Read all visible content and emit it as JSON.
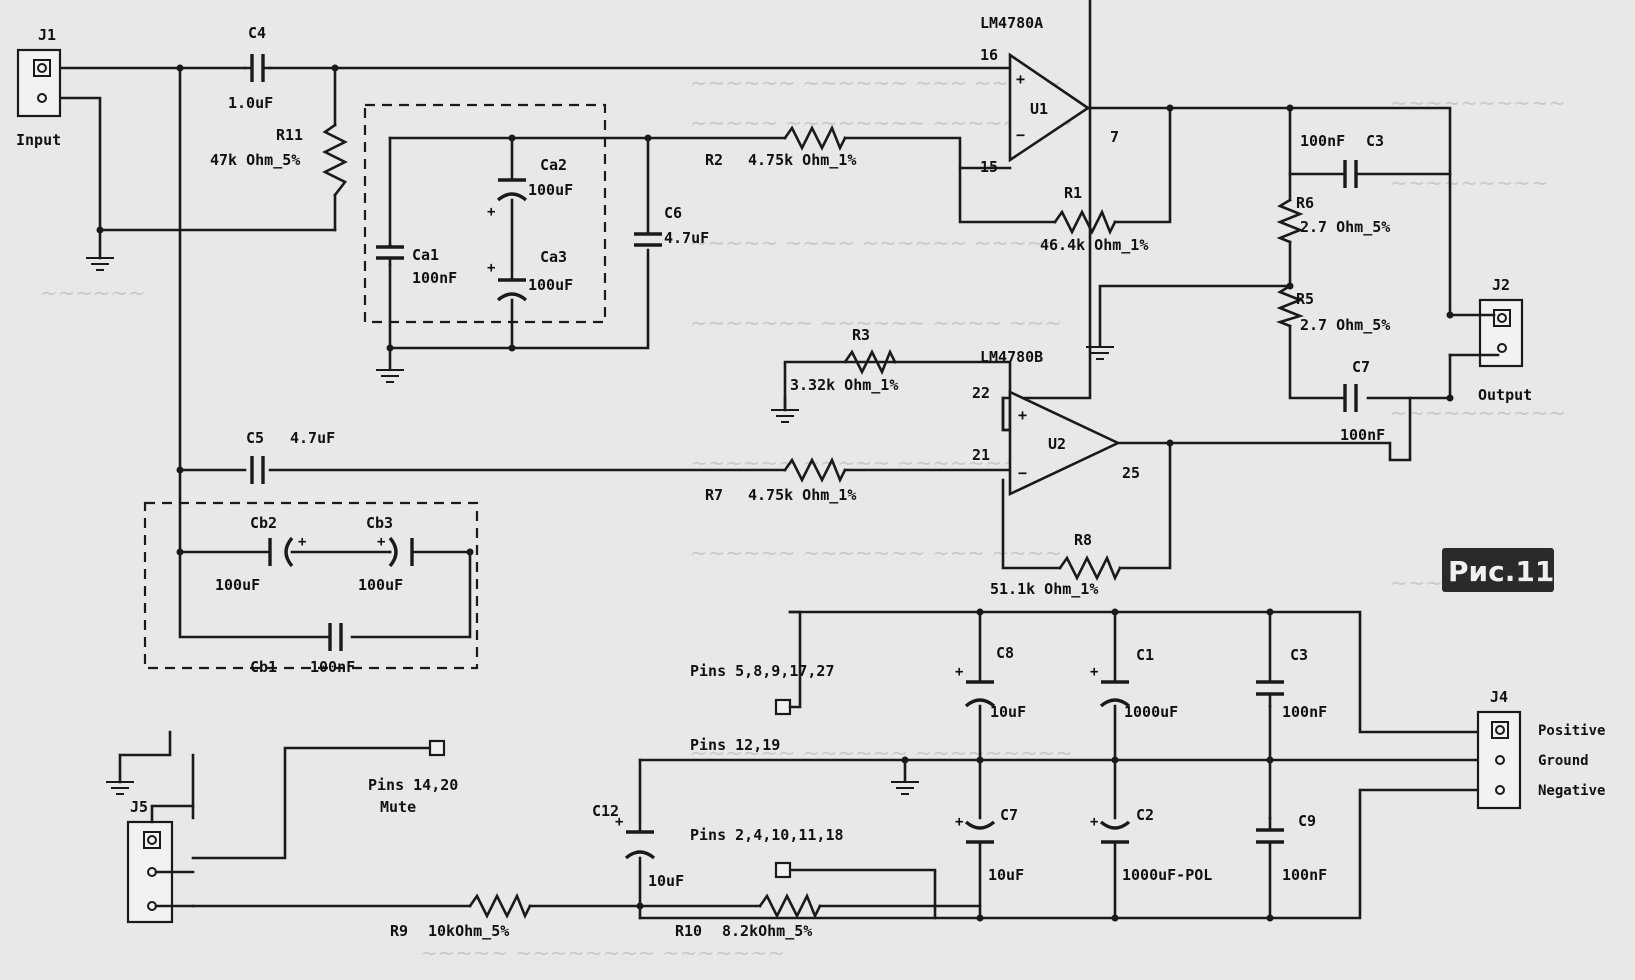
{
  "figure_caption": "Рис.11",
  "connectors": {
    "j1": {
      "ref": "J1",
      "label": "Input"
    },
    "j2": {
      "ref": "J2",
      "label": "Output"
    },
    "j4": {
      "ref": "J4",
      "pins": [
        "Positive",
        "Ground",
        "Negative"
      ]
    },
    "j5": {
      "ref": "J5"
    }
  },
  "ics": {
    "u1": {
      "ref": "U1",
      "part": "LM4780A",
      "pins": {
        "plus": "16",
        "minus": "15",
        "out": "7"
      }
    },
    "u2": {
      "ref": "U2",
      "part": "LM4780B",
      "pins": {
        "plus": "22",
        "minus": "21",
        "out": "25"
      }
    }
  },
  "resistors": {
    "r1": {
      "ref": "R1",
      "value": "46.4k Ohm_1%"
    },
    "r2": {
      "ref": "R2",
      "value": "4.75k Ohm_1%"
    },
    "r3": {
      "ref": "R3",
      "value": "3.32k Ohm_1%"
    },
    "r5": {
      "ref": "R5",
      "value": "2.7 Ohm_5%"
    },
    "r6": {
      "ref": "R6",
      "value": "2.7 Ohm_5%"
    },
    "r7": {
      "ref": "R7",
      "value": "4.75k Ohm_1%"
    },
    "r8": {
      "ref": "R8",
      "value": "51.1k Ohm_1%"
    },
    "r9": {
      "ref": "R9",
      "value": "10kOhm_5%"
    },
    "r10": {
      "ref": "R10",
      "value": "8.2kOhm_5%"
    },
    "r11": {
      "ref": "R11",
      "value": "47k Ohm_5%"
    }
  },
  "capacitors": {
    "c1": {
      "ref": "C1",
      "value": "1000uF"
    },
    "c2": {
      "ref": "C2",
      "value": "1000uF-POL"
    },
    "c3": {
      "ref": "C3",
      "value": "100nF"
    },
    "c3b": {
      "ref": "C3",
      "value": "100nF"
    },
    "c4": {
      "ref": "C4",
      "value": "1.0uF"
    },
    "c5": {
      "ref": "C5",
      "value": "4.7uF"
    },
    "c6": {
      "ref": "C6",
      "value": "4.7uF"
    },
    "c7": {
      "ref": "C7",
      "value": "100nF"
    },
    "c7b": {
      "ref": "C7",
      "value": "10uF"
    },
    "c8": {
      "ref": "C8",
      "value": "10uF"
    },
    "c9": {
      "ref": "C9",
      "value": "100nF"
    },
    "c12": {
      "ref": "C12",
      "value": "10uF"
    },
    "ca1": {
      "ref": "Ca1",
      "value": "100nF"
    },
    "ca2": {
      "ref": "Ca2",
      "value": "100uF"
    },
    "ca3": {
      "ref": "Ca3",
      "value": "100uF"
    },
    "cb1": {
      "ref": "Cb1",
      "value": "100nF"
    },
    "cb2": {
      "ref": "Cb2",
      "value": "100uF"
    },
    "cb3": {
      "ref": "Cb3",
      "value": "100uF"
    }
  },
  "pin_groups": {
    "supply_pins": "Pins 5,8,9,17,27",
    "ground_pins": "Pins 12,19",
    "mute_pins": "Pins 14,20",
    "mute_label": "Mute",
    "neg_pins": "Pins 2,4,10,11,18"
  },
  "colors": {
    "ink": "#1a1a1a",
    "paper": "#e8e8e6"
  }
}
